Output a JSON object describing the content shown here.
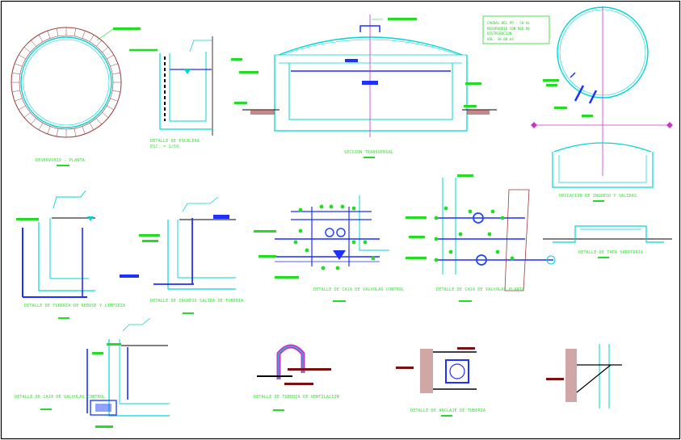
{
  "sheet": {
    "background": "#ffffff",
    "border_color": "#000000",
    "colors": {
      "outline": "#00d5d5",
      "label": "#33dd33",
      "annotation_bar": "#22dd22",
      "pipe": "#1f2fff",
      "axis": "#cc33cc",
      "valve": "#2244ff",
      "dim": "#7a1010",
      "hatch": "#9a3a3a",
      "ground": "#000000"
    }
  },
  "titles": {
    "reservoir_plan": "RESERVORIO - PLANTA",
    "stair_detail": "DETALLE DE ESCALERA",
    "stair_scale": "ESC. = 1/50",
    "cross_section": "SECCION TRANSVERSAL",
    "rebar_location": "UBICACION DE INGRESO Y SALIDAS",
    "overflow_pipe": "DETALLE DE TUBERIA DE REBOSE Y LIMPIEZA",
    "outlet_pipe": "DETALLE DE INGRESO SALIDA DE TUBERIA",
    "control_box": "DETALLE DE CAJA DE VALVULAS CONTROL",
    "plan_box": "DETALLE DE CAJA DE VALVULAS PLANTA",
    "cover_detail": "DETALLE DE TAPA SANITARIA",
    "valve_box_lower": "DETALLE DE CAJA DE VALVULAS CONTROL",
    "vent_pipe": "DETALLE DE TUBERIA DE VENTILACION",
    "pipe_anchor": "DETALLE DE ANCLAJE DE TUBERIA"
  },
  "legend_box": {
    "line1": "CAUDAL DEL PP - CH AL",
    "line2": "RESERVORIO CON RED DE",
    "line3": "DISTRIBUCION",
    "line4": "VOL. 30.00 m3"
  }
}
